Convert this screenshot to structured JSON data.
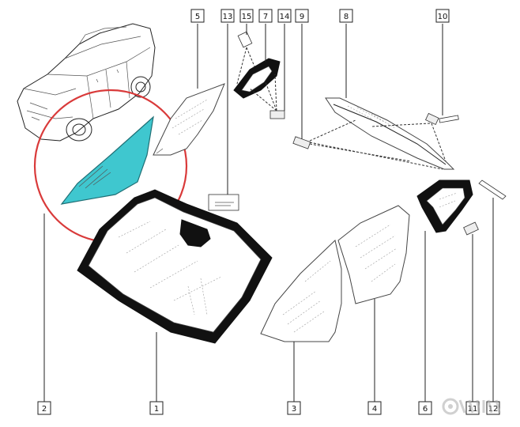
{
  "diagram": {
    "callouts": [
      {
        "id": "c1",
        "label": "1"
      },
      {
        "id": "c2",
        "label": "2"
      },
      {
        "id": "c3",
        "label": "3"
      },
      {
        "id": "c4",
        "label": "4"
      },
      {
        "id": "c5",
        "label": "5"
      },
      {
        "id": "c6",
        "label": "6"
      },
      {
        "id": "c7",
        "label": "7"
      },
      {
        "id": "c8",
        "label": "8"
      },
      {
        "id": "c9",
        "label": "9"
      },
      {
        "id": "c10",
        "label": "10"
      },
      {
        "id": "c11",
        "label": "11"
      },
      {
        "id": "c12",
        "label": "12"
      },
      {
        "id": "c13",
        "label": "13"
      },
      {
        "id": "c14",
        "label": "14"
      },
      {
        "id": "c15",
        "label": "15"
      }
    ],
    "colors": {
      "highlight_circle": "#d93a3a",
      "highlighted_glass": "#3fc7cf",
      "frame_black": "#111111"
    }
  }
}
